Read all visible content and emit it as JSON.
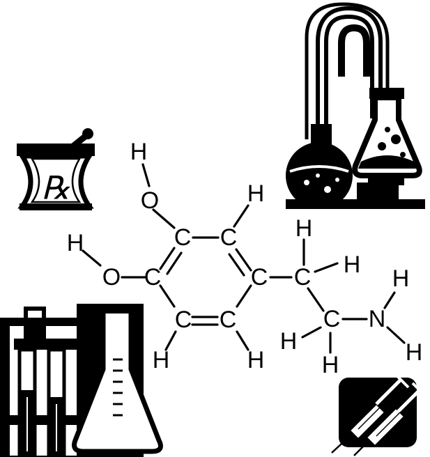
{
  "clipart": {
    "mortar_icon": "mortar-and-pestle-icon",
    "rx_symbol": "℞",
    "flasks_icon": "distillation-flasks-icon",
    "labware_icon": "test-tubes-and-beaker-icon",
    "syringes_icon": "syringes-icon"
  },
  "molecule": {
    "atoms": [
      {
        "id": "h_oh1",
        "label": "H"
      },
      {
        "id": "o1",
        "label": "O"
      },
      {
        "id": "h_oh2",
        "label": "H"
      },
      {
        "id": "o2",
        "label": "O"
      },
      {
        "id": "c1",
        "label": "C"
      },
      {
        "id": "c2",
        "label": "C"
      },
      {
        "id": "h_c2",
        "label": "H"
      },
      {
        "id": "c3",
        "label": "C"
      },
      {
        "id": "c4",
        "label": "C"
      },
      {
        "id": "c5",
        "label": "C"
      },
      {
        "id": "c6",
        "label": "C"
      },
      {
        "id": "h_c5",
        "label": "H"
      },
      {
        "id": "h_c4",
        "label": "H"
      },
      {
        "id": "c7",
        "label": "C"
      },
      {
        "id": "h_c7a",
        "label": "H"
      },
      {
        "id": "h_c7b",
        "label": "H"
      },
      {
        "id": "c8",
        "label": "C"
      },
      {
        "id": "h_c8a",
        "label": "H"
      },
      {
        "id": "h_c8b",
        "label": "H"
      },
      {
        "id": "n",
        "label": "N"
      },
      {
        "id": "h_n1",
        "label": "H"
      },
      {
        "id": "h_n2",
        "label": "H"
      }
    ]
  }
}
